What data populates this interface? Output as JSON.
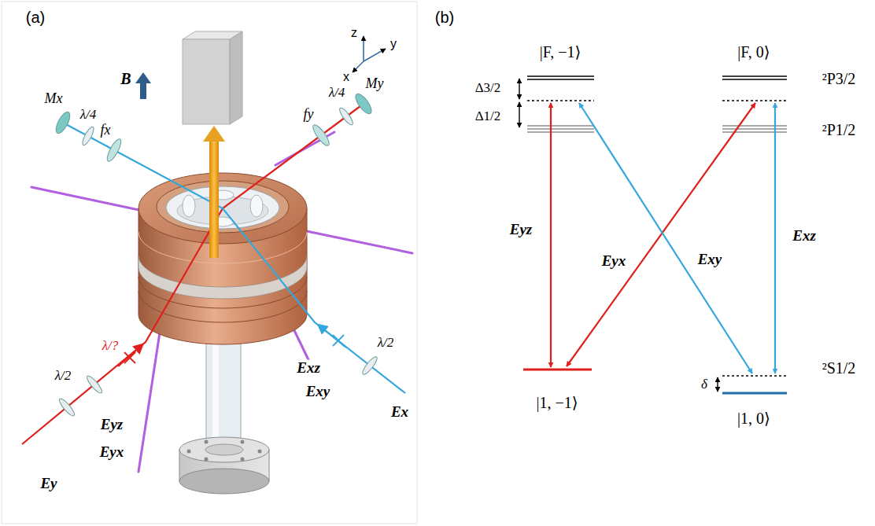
{
  "diagram": {
    "labels": [
      "(a)",
      "B",
      "Mx",
      "λ/4",
      "fx",
      "λ/4",
      "My",
      "fy",
      "z",
      "y",
      "x",
      "λ/2",
      "λ/?",
      "Eyz",
      "Eyx",
      "Ey",
      "λ/2",
      "Exz",
      "Exy",
      "Ex",
      "(b)",
      "|F, −1⟩",
      "|F, 0⟩",
      "²P3/2",
      "Δ3/2",
      "Δ1/2",
      "²P1/2",
      "Eyz",
      "Eyx",
      "Exy",
      "Exz",
      "|1, −1⟩",
      "²S1/2",
      "δ",
      "|1, 0⟩"
    ]
  }
}
